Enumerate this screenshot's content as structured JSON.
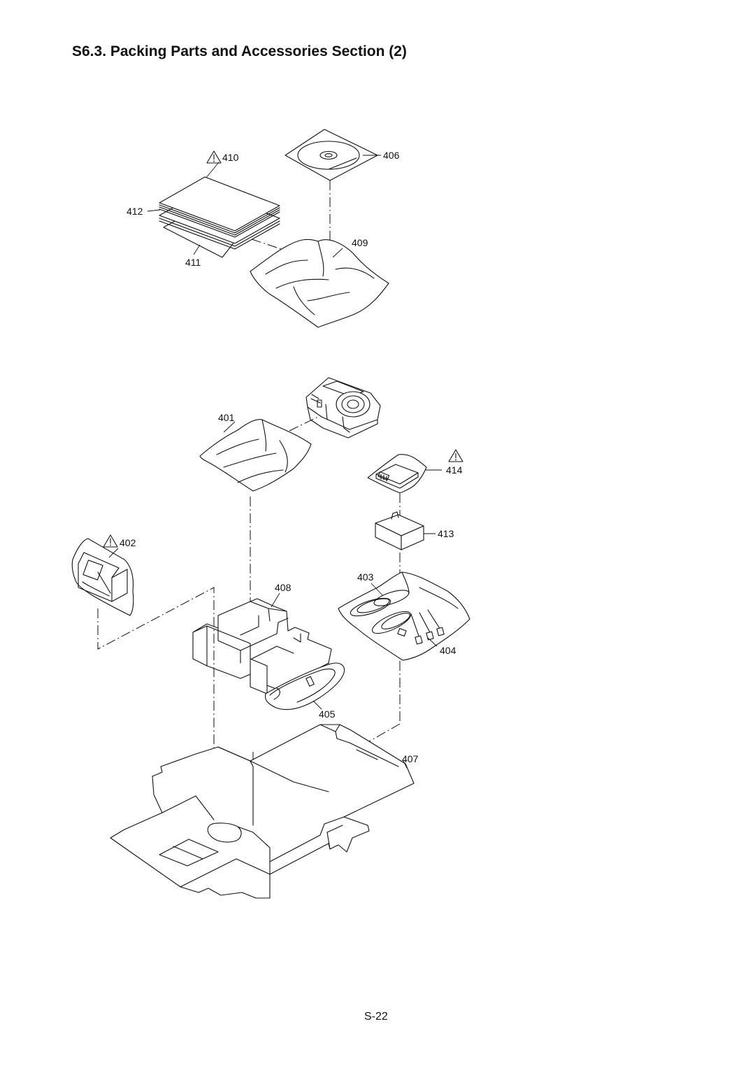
{
  "page": {
    "title": "S6.3. Packing Parts and Accessories Section (2)",
    "page_number": "S-22"
  },
  "callouts": {
    "p401": "401",
    "p402": "402",
    "p403": "403",
    "p404": "404",
    "p405": "405",
    "p406": "406",
    "p407": "407",
    "p408": "408",
    "p409": "409",
    "p410": "410",
    "p411": "411",
    "p412": "412",
    "p413": "413",
    "p414": "414"
  },
  "icons": {
    "safety": "warning-triangle-icon"
  }
}
